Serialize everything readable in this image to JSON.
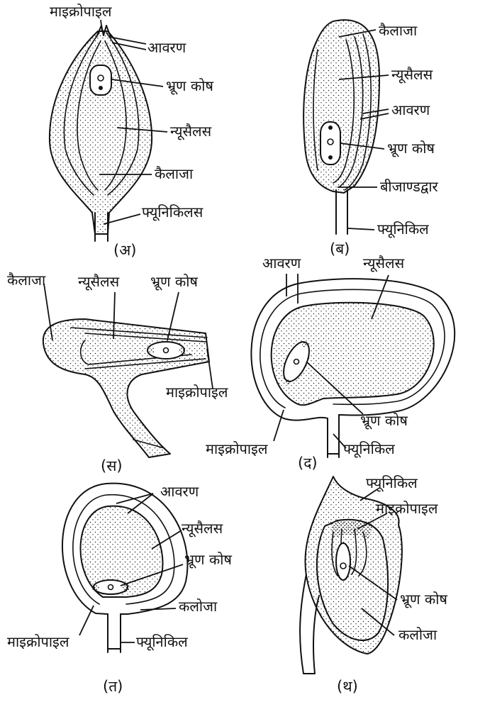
{
  "figures": {
    "a": {
      "caption": "(अ)",
      "labels": {
        "micropyle": "माइक्रोपाइल",
        "integument": "आवरण",
        "embryo_sac": "भ्रूण कोष",
        "nucellus": "न्यूसैलस",
        "chalaza": "कैलाजा",
        "funiculus": "फ्यूनिकिलस"
      }
    },
    "b": {
      "caption": "(ब)",
      "labels": {
        "chalaza": "कैलाजा",
        "nucellus": "न्यूसैलस",
        "integument": "आवरण",
        "embryo_sac": "भ्रूण कोष",
        "micropyle": "बीजाण्डद्वार",
        "funiculus": "फ्यूनिकिल"
      }
    },
    "s": {
      "caption": "(स)",
      "labels": {
        "chalaza": "कैलाजा",
        "nucellus": "न्यूसैलस",
        "embryo_sac": "भ्रूण कोष",
        "micropyle": "माइक्रोपाइल"
      }
    },
    "d": {
      "caption": "(द)",
      "labels": {
        "integument": "आवरण",
        "nucellus": "न्यूसैलस",
        "embryo_sac": "भ्रूण कोष",
        "micropyle": "माइक्रोपाइल",
        "funiculus": "फ्यूनिकिल"
      }
    },
    "t": {
      "caption": "(त)",
      "labels": {
        "integument": "आवरण",
        "nucellus": "न्यूसैलस",
        "embryo_sac": "भ्रूण कोष",
        "chalaza": "कलोजा",
        "micropyle": "माइक्रोपाइल",
        "funiculus": "फ्यूनिकिल"
      }
    },
    "th": {
      "caption": "(थ)",
      "labels": {
        "funiculus": "फ्यूनिकिल",
        "micropyle": "माइक्रोपाइल",
        "embryo_sac": "भ्रूण कोष",
        "chalaza": "कलोजा"
      }
    }
  }
}
